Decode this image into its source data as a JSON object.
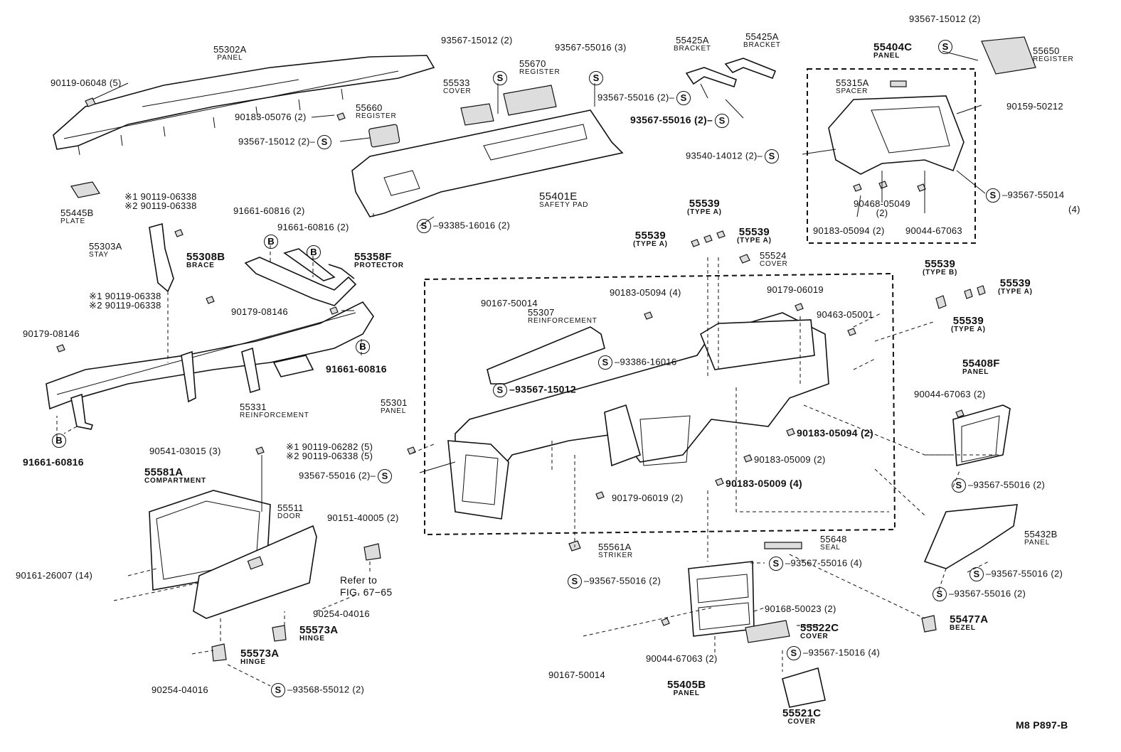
{
  "diagram_code": "M8 P897-B",
  "refer_note": [
    "Refer to",
    "FIG. 67−65"
  ],
  "symbol_s": "S",
  "symbol_b": "B",
  "labels": {
    "p55302A": {
      "num": "55302A",
      "name": "PANEL"
    },
    "p90119_06048": {
      "num": "90119-06048 (5)"
    },
    "p90183_05076": {
      "num": "90183-05076 (2)"
    },
    "p55660": {
      "num": "55660",
      "name": "REGISTER"
    },
    "p93567_15012a": {
      "num": "93567-15012 (2)"
    },
    "p55445B": {
      "num": "55445B",
      "name": "PLATE"
    },
    "p90119_06338_top": {
      "l1": "※1 90119-06338",
      "l2": "※2 90119-06338"
    },
    "p55303A": {
      "num": "55303A",
      "name": "STAY"
    },
    "p90119_06338_mid": {
      "l1": "※1 90119-06338",
      "l2": "※2 90119-06338"
    },
    "p55308B": {
      "num": "55308B",
      "name": "BRACE"
    },
    "p91661_60816a": {
      "num": "91661-60816 (2)"
    },
    "p91661_60816b": {
      "num": "91661-60816 (2)"
    },
    "p55358F": {
      "num": "55358F",
      "name": "PROTECTOR"
    },
    "p90179_08146a": {
      "num": "90179-08146"
    },
    "p90179_08146b": {
      "num": "90179-08146"
    },
    "p91661_60816c": {
      "num": "91661-60816"
    },
    "p55331": {
      "num": "55331",
      "name": "REINFORCEMENT"
    },
    "p91661_60816d": {
      "num": "91661-60816"
    },
    "p93567_15012b": {
      "num": "93567-15012 (2)"
    },
    "p55533": {
      "num": "55533",
      "name": "COVER"
    },
    "p55670": {
      "num": "55670",
      "name": "REGISTER"
    },
    "p93567_55016a": {
      "num": "93567-55016 (3)"
    },
    "p93567_55016b": {
      "num": "93567-55016 (2)"
    },
    "p55401E": {
      "num": "55401E",
      "name": "SAFETY PAD"
    },
    "p93385_16016": {
      "num": "93385-16016 (2)"
    },
    "p55425A1": {
      "num": "55425A",
      "name": "BRACKET"
    },
    "p55425A2": {
      "num": "55425A",
      "name": "BRACKET"
    },
    "p93567_55016c": {
      "num": "93567-55016 (2)"
    },
    "p93567_15012c": {
      "num": "93567-15012 (2)"
    },
    "p55404C": {
      "num": "55404C",
      "name": "PANEL"
    },
    "p55650": {
      "num": "55650",
      "name": "REGISTER"
    },
    "p55315A": {
      "num": "55315A",
      "name": "SPACER"
    },
    "p90159_50212": {
      "num": "90159-50212"
    },
    "p93540_14012": {
      "num": "93540-14012 (2)"
    },
    "p93567_55014": {
      "num": "93567-55014",
      "qty": "(4)"
    },
    "p90468_05049": {
      "num": "90468-05049",
      "qty": "(2)"
    },
    "p90183_05094a": {
      "num": "90183-05094 (2)"
    },
    "p90044_67063a": {
      "num": "90044-67063"
    },
    "p55539_top": {
      "num": "55539",
      "name": "(TYPE A)"
    },
    "p55539_l": {
      "num": "55539",
      "name": "(TYPE A)"
    },
    "p55539_r": {
      "num": "55539",
      "name": "(TYPE A)"
    },
    "p55524": {
      "num": "55524",
      "name": "COVER"
    },
    "p55539_b": {
      "num": "55539",
      "name": "(TYPE B)"
    },
    "p55539_ra": {
      "num": "55539",
      "name": "(TYPE A)"
    },
    "p55539_rb": {
      "num": "55539",
      "name": "(TYPE A)"
    },
    "p90167_50014a": {
      "num": "90167-50014"
    },
    "p55307": {
      "num": "55307",
      "name": "REINFORCEMENT"
    },
    "p90183_05094b": {
      "num": "90183-05094 (4)"
    },
    "p90179_06019a": {
      "num": "90179-06019"
    },
    "p90463_05001": {
      "num": "90463-05001"
    },
    "p93386_16016": {
      "num": "93386-16016"
    },
    "p93567_15012d": {
      "num": "93567-15012"
    },
    "p55301": {
      "num": "55301",
      "name": "PANEL"
    },
    "p55408F": {
      "num": "55408F",
      "name": "PANEL"
    },
    "p90044_67063b": {
      "num": "90044-67063 (2)"
    },
    "p90183_05094c": {
      "num": "90183-05094 (2)"
    },
    "p90183_05009a": {
      "num": "90183-05009 (2)"
    },
    "p90183_05009b": {
      "num": "90183-05009 (4)"
    },
    "p90179_06019b": {
      "num": "90179-06019 (2)"
    },
    "p90119_06282": {
      "l1": "※1 90119-06282 (5)",
      "l2": "※2 90119-06338 (5)"
    },
    "p93567_55016d": {
      "num": "93567-55016 (2)"
    },
    "p90541_03015": {
      "num": "90541-03015 (3)"
    },
    "p55581A": {
      "num": "55581A",
      "name": "COMPARTMENT"
    },
    "p55511": {
      "num": "55511",
      "name": "DOOR"
    },
    "p90151_40005": {
      "num": "90151-40005 (2)"
    },
    "p90161_26007": {
      "num": "90161-26007 (14)"
    },
    "p90254_04016a": {
      "num": "90254-04016"
    },
    "p55573A1": {
      "num": "55573A",
      "name": "HINGE"
    },
    "p55573A2": {
      "num": "55573A",
      "name": "HINGE"
    },
    "p90254_04016b": {
      "num": "90254-04016"
    },
    "p93568_55012": {
      "num": "93568-55012 (2)"
    },
    "p55561A": {
      "num": "55561A",
      "name": "STRIKER"
    },
    "p93567_55016e": {
      "num": "93567-55016 (2)"
    },
    "p55648": {
      "num": "55648",
      "name": "SEAL"
    },
    "p93567_55016f": {
      "num": "93567-55016 (4)"
    },
    "p90168_50023": {
      "num": "90168-50023 (2)"
    },
    "p55522C": {
      "num": "55522C",
      "name": "COVER"
    },
    "p93567_15016": {
      "num": "93567-15016 (4)"
    },
    "p90167_50014b": {
      "num": "90167-50014"
    },
    "p90044_67063c": {
      "num": "90044-67063 (2)"
    },
    "p55405B": {
      "num": "55405B",
      "name": "PANEL"
    },
    "p55521C": {
      "num": "55521C",
      "name": "COVER"
    },
    "p93567_55016g": {
      "num": "93567-55016 (2)"
    },
    "p55432B": {
      "num": "55432B",
      "name": "PANEL"
    },
    "p93567_55016h": {
      "num": "93567-55016 (2)"
    },
    "p93567_55016i": {
      "num": "93567-55016 (2)"
    },
    "p55477A": {
      "num": "55477A",
      "name": "BEZEL"
    }
  }
}
